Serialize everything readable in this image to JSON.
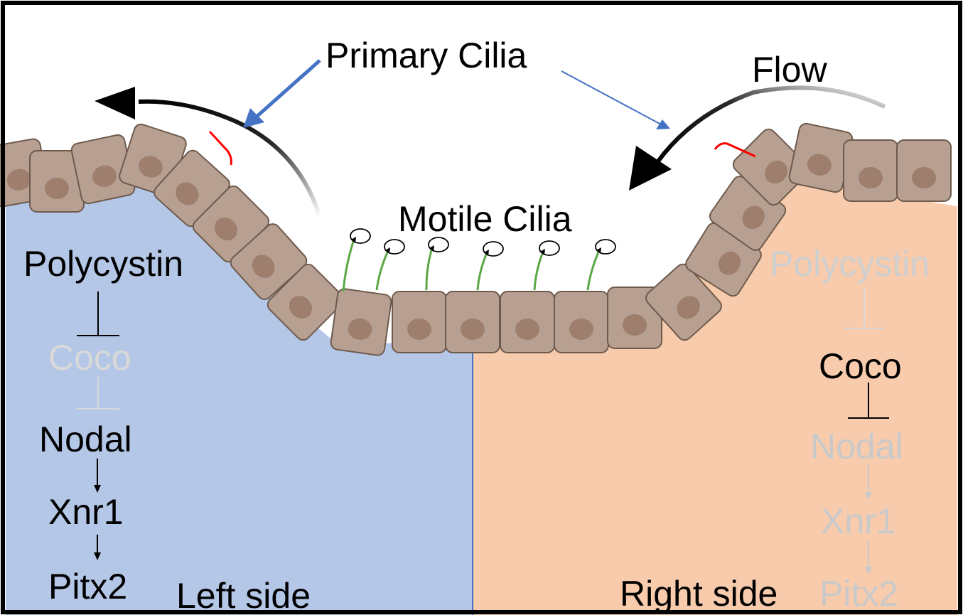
{
  "labels": {
    "primary_cilia": "Primary Cilia",
    "flow": "Flow",
    "motile_cilia": "Motile Cilia",
    "left_side": "Left side",
    "right_side": "Right side"
  },
  "left_pathway": {
    "polycystin": "Polycystin",
    "coco": "Coco",
    "nodal": "Nodal",
    "xnr1": "Xnr1",
    "pitx2": "Pitx2"
  },
  "right_pathway": {
    "polycystin": "Polycystin",
    "coco": "Coco",
    "nodal": "Nodal",
    "xnr1": "Xnr1",
    "pitx2": "Pitx2"
  },
  "colors": {
    "left_region": "#b4c7e7",
    "right_region": "#f8cbad",
    "cell_fill": "#b7a091",
    "cell_stroke": "#6e5a4c",
    "nucleus": "#9e7e6c",
    "motile_cilia": "#5aa845",
    "primary_cilia": "#ff0000",
    "pointer_arrow": "#4472c4",
    "active_text": "#000000",
    "inactive_text": "#c9c9c9"
  }
}
